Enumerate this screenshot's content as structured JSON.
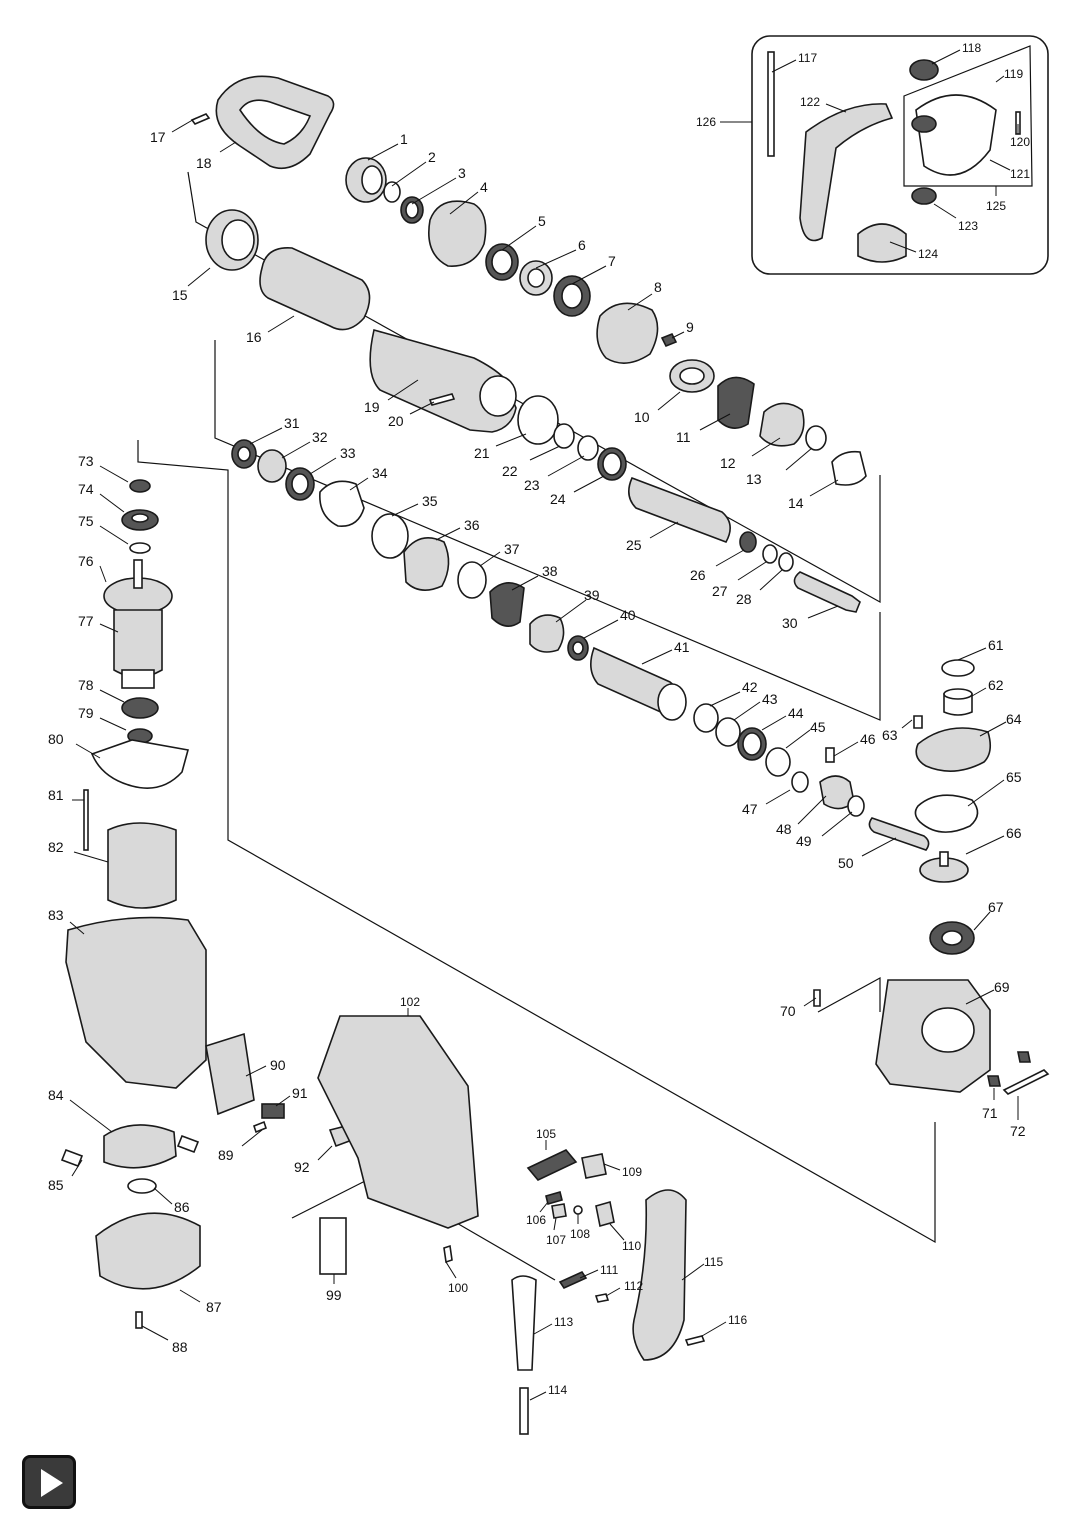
{
  "labels": {
    "l1": "1",
    "l2": "2",
    "l3": "3",
    "l4": "4",
    "l5": "5",
    "l6": "6",
    "l7": "7",
    "l8": "8",
    "l9": "9",
    "l10": "10",
    "l11": "11",
    "l12": "12",
    "l13": "13",
    "l14": "14",
    "l15": "15",
    "l16": "16",
    "l17": "17",
    "l18": "18",
    "l19": "19",
    "l20": "20",
    "l21": "21",
    "l22": "22",
    "l23": "23",
    "l24": "24",
    "l25": "25",
    "l26": "26",
    "l27": "27",
    "l28": "28",
    "l30": "30",
    "l31": "31",
    "l32": "32",
    "l33": "33",
    "l34": "34",
    "l35": "35",
    "l36": "36",
    "l37": "37",
    "l38": "38",
    "l39": "39",
    "l40": "40",
    "l41": "41",
    "l42": "42",
    "l43": "43",
    "l44": "44",
    "l45": "45",
    "l46": "46",
    "l47": "47",
    "l48": "48",
    "l49": "49",
    "l50": "50",
    "l61": "61",
    "l62": "62",
    "l63": "63",
    "l64": "64",
    "l65": "65",
    "l66": "66",
    "l67": "67",
    "l69": "69",
    "l70": "70",
    "l71": "71",
    "l72": "72",
    "l73": "73",
    "l74": "74",
    "l75": "75",
    "l76": "76",
    "l77": "77",
    "l78": "78",
    "l79": "79",
    "l80": "80",
    "l81": "81",
    "l82": "82",
    "l83": "83",
    "l84": "84",
    "l85": "85",
    "l86": "86",
    "l87": "87",
    "l88": "88",
    "l89": "89",
    "l90": "90",
    "l91": "91",
    "l92": "92",
    "l99": "99",
    "l100": "100",
    "l102": "102",
    "l105": "105",
    "l106": "106",
    "l107": "107",
    "l108": "108",
    "l109": "109",
    "l110": "110",
    "l111": "111",
    "l112": "112",
    "l113": "113",
    "l114": "114",
    "l115": "115",
    "l116": "116",
    "l117": "117",
    "l118": "118",
    "l119": "119",
    "l120": "120",
    "l121": "121",
    "l122": "122",
    "l123": "123",
    "l124": "124",
    "l125": "125",
    "l126": "126"
  },
  "nav": {
    "play_icon": "play-icon"
  }
}
